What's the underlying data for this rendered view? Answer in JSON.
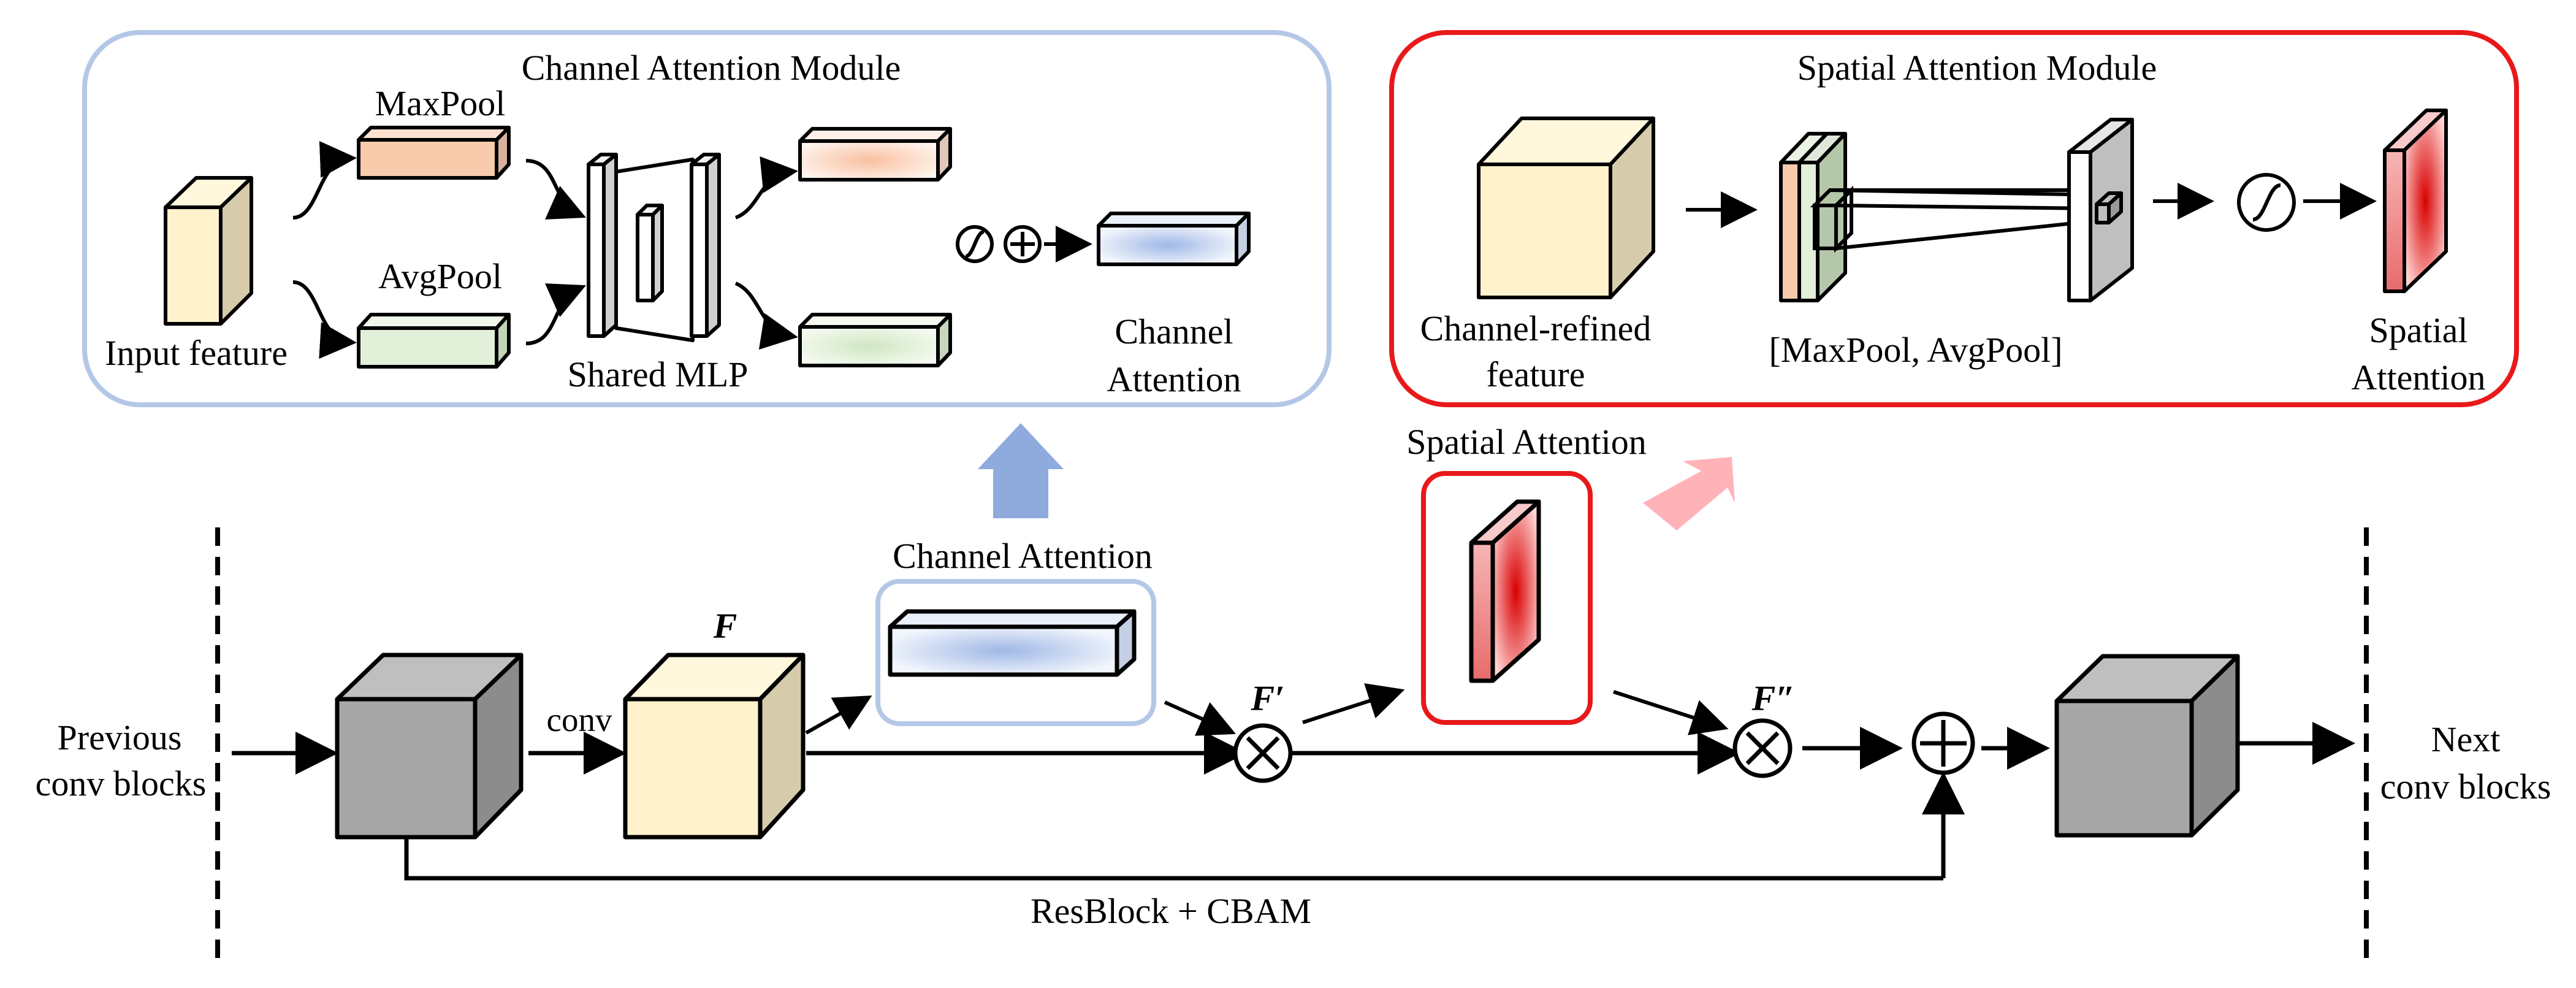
{
  "channel_module": {
    "title": "Channel Attention Module",
    "maxpool": "MaxPool",
    "avgpool": "AvgPool",
    "input_feature": "Input feature",
    "shared_mlp": "Shared MLP",
    "output_line1": "Channel",
    "output_line2": "Attention",
    "border_color": "#b4c7e7"
  },
  "spatial_module": {
    "title": "Spatial Attention Module",
    "input_line1": "Channel-refined",
    "input_line2": "feature",
    "pool_label": "[MaxPool, AvgPool]",
    "output_line1": "Spatial",
    "output_line2": "Attention",
    "border_color": "#e8191b"
  },
  "main_flow": {
    "previous_line1": "Previous",
    "previous_line2": "conv blocks",
    "conv": "conv",
    "f_label": "F",
    "channel_attention": "Channel Attention",
    "f_prime": "F′",
    "spatial_attention": "Spatial Attention",
    "f_double_prime": "F″",
    "next_line1": "Next",
    "next_line2": "conv blocks",
    "resblock_caption": "ResBlock + CBAM"
  },
  "colors": {
    "feature_cream": "#fff2cc",
    "feature_side": "#d6ccab",
    "block_gray": "#a6a6a6",
    "maxpool_orange": "#f8cbad",
    "avgpool_green": "#e2f0d9",
    "attention_blue": "#b4c7e7",
    "attention_red": "#e00000",
    "up_arrow": "#8faadc",
    "diag_arrow": "#ffb3b8"
  }
}
